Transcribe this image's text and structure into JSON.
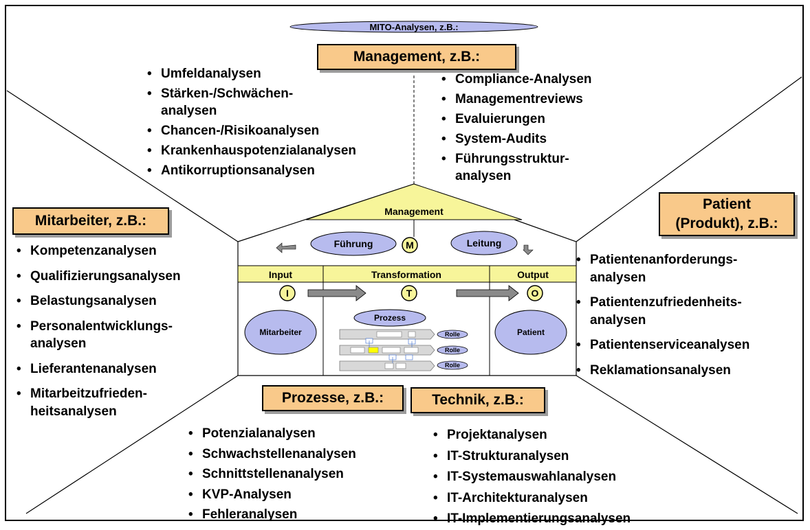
{
  "title_ellipse": "MITO-Analysen, z.B.:",
  "management": {
    "heading": "Management, z.B.:",
    "left_items": [
      "Umfeldanalysen",
      "Stärken-/Schwächen-\nanalysen",
      "Chancen-/Risikoanalysen",
      "Krankenhauspotenzialanalysen",
      "Antikorruptionsanalysen"
    ],
    "right_items": [
      "Compliance-Analysen",
      "Managementreviews",
      "Evaluierungen",
      "System-Audits",
      "Führungsstruktur-\nanalysen"
    ]
  },
  "mitarbeiter": {
    "heading": "Mitarbeiter, z.B.:",
    "items": [
      "Kompetenzanalysen",
      "Qualifizierungsanalysen",
      "Belastungsanalysen",
      "Personalentwicklungs-\nanalysen",
      "Lieferantenanalysen",
      "Mitarbeitzufrieden-\nheitsanalysen"
    ]
  },
  "patient": {
    "heading_line1": "Patient",
    "heading_line2": "(Produkt), z.B.:",
    "items": [
      "Patientenanforderungs-\nanalysen",
      "Patientenzufriedenheits-\nanalysen",
      "Patientenserviceanalysen",
      "Reklamationsanalysen"
    ]
  },
  "prozesse": {
    "heading": "Prozesse, z.B.:",
    "items": [
      "Potenzialanalysen",
      "Schwachstellenanalysen",
      "Schnittstellenanalysen",
      "KVP-Analysen",
      "Fehleranalysen"
    ]
  },
  "technik": {
    "heading": "Technik, z.B.:",
    "items": [
      "Projektanalysen",
      "IT-Strukturanalysen",
      "IT-Systemauswahlanalysen",
      "IT-Architekturanalysen",
      "IT-Implementierungsanalysen"
    ]
  },
  "house": {
    "roof_label": "Management",
    "fuehrung": "Führung",
    "m_letter": "M",
    "leitung": "Leitung",
    "input": "Input",
    "transformation": "Transformation",
    "output": "Output",
    "i_letter": "I",
    "t_letter": "T",
    "o_letter": "O",
    "mitarbeiter": "Mitarbeiter",
    "prozess": "Prozess",
    "patient": "Patient",
    "rolle": "Rolle"
  },
  "colors": {
    "orange": "#f9c98a",
    "yellow": "#f7f59a",
    "lavender": "#b7bbee",
    "gray_arrow": "#8a8a8a"
  }
}
